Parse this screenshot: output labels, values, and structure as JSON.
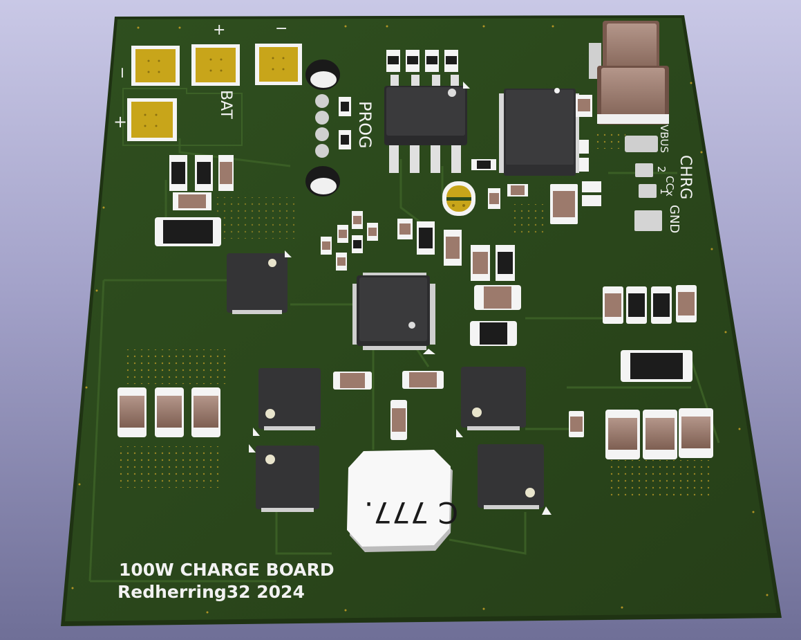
{
  "image": {
    "background_color": "#b2b1d8",
    "board_color": "#2c4a1c",
    "silkscreen_color": "#f2f2f2",
    "pad_gold_color": "#c8a51a",
    "chip_color": "#3a3a3c",
    "cap_color": "#9c7a6c"
  },
  "silkscreen": {
    "title": "100W CHARGE BOARD",
    "author": "Redherring32 2024",
    "bat_label": "BAT",
    "bat_plus_top": "+",
    "bat_minus_top": "−",
    "bat_minus_left": "−",
    "bat_plus_left": "+",
    "prog_label": "PROG",
    "chrg_label": "CHRG",
    "vbus_label": "VBUS",
    "ccx_label": "CCx",
    "cc2_label": "2",
    "cc1_label": "1",
    "gnd_label": "GND",
    "inductor_marking": "C 777."
  }
}
